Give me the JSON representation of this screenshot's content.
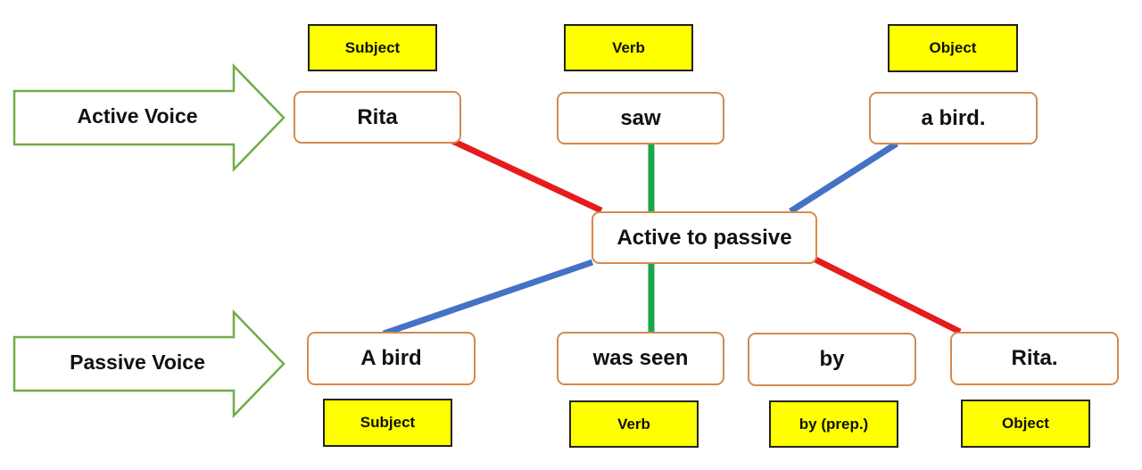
{
  "arrows": {
    "active": "Active Voice",
    "passive": "Passive Voice",
    "outline_color": "#70ad47"
  },
  "active_row": {
    "labels": {
      "subject": "Subject",
      "verb": "Verb",
      "object": "Object"
    },
    "words": {
      "subject": "Rita",
      "verb": "saw",
      "object": "a bird."
    }
  },
  "center": {
    "label": "Active to passive"
  },
  "passive_row": {
    "words": {
      "subject": "A bird",
      "verb": "was seen",
      "by": "by",
      "object": "Rita."
    },
    "labels": {
      "subject": "Subject",
      "verb": "Verb",
      "by": "by (prep.)",
      "object": "Object"
    }
  },
  "colors": {
    "subject_link": "#e61c1c",
    "verb_link": "#1aa64a",
    "object_link": "#4472c4",
    "node_border": "#d58a4c",
    "tag_fill": "#ffff00"
  }
}
